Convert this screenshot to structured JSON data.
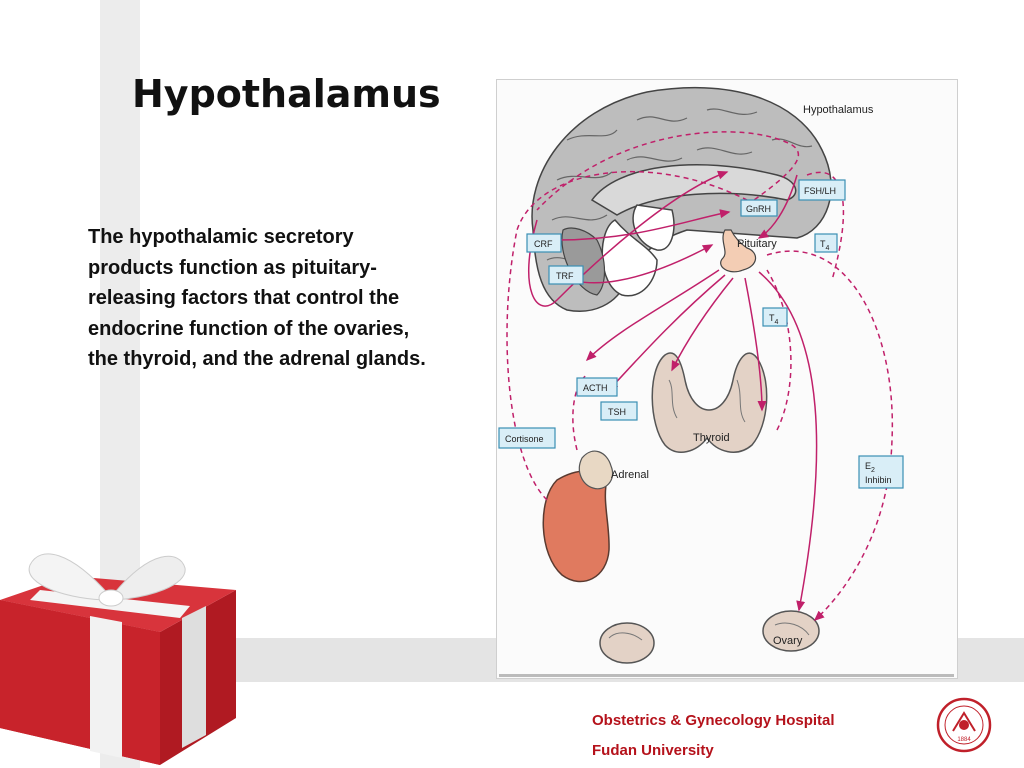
{
  "slide": {
    "title": "Hypothalamus",
    "body": "The hypothalamic secretory products function as pituitary-releasing factors that control the endocrine function of the ovaries, the thyroid, and the adrenal glands."
  },
  "diagram": {
    "organ_labels": {
      "hypothalamus": "Hypothalamus",
      "pituitary": "Pituitary",
      "thyroid": "Thyroid",
      "adrenal": "Adrenal",
      "ovary": "Ovary"
    },
    "hormone_boxes": {
      "fsh_lh": "FSH/LH",
      "gnrh": "GnRH",
      "crf": "CRF",
      "trf": "TRF",
      "t4_upper": "T",
      "t4_upper_sub": "4",
      "t4_lower": "T",
      "t4_lower_sub": "4",
      "acth": "ACTH",
      "tsh": "TSH",
      "cortisone": "Cortisone",
      "e2": "E",
      "e2_sub": "2",
      "inhibin": "Inhibin"
    },
    "colors": {
      "arrow": "#c0206a",
      "box_fill": "#d9eef7",
      "box_stroke": "#3a8fb4",
      "brain": "#b8b8b8",
      "gland": "#e2cfc0",
      "adrenal": "#e07a5f"
    }
  },
  "footer": {
    "line1": "Obstetrics & Gynecology Hospital",
    "line2": "Fudan University",
    "logo_year": "1884"
  }
}
